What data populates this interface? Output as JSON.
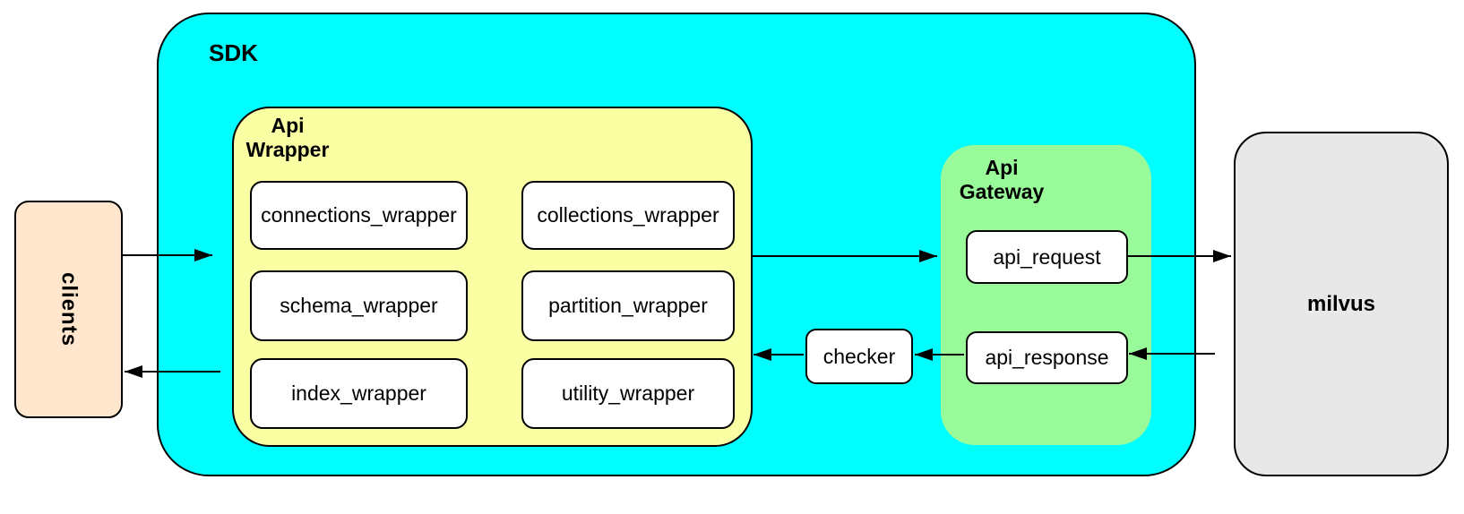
{
  "diagram": {
    "nodes": {
      "clients": "clients",
      "checker": "checker",
      "milvus": "milvus"
    },
    "containers": {
      "sdk": {
        "label": "SDK"
      },
      "api_wrapper": {
        "label": "Api Wrapper",
        "children": [
          "connections_wrapper",
          "collections_wrapper",
          "schema_wrapper",
          "partition_wrapper",
          "index_wrapper",
          "utility_wrapper"
        ]
      },
      "api_gateway": {
        "label": "Api Gateway",
        "children": [
          "api_request",
          "api_response"
        ]
      }
    },
    "edges": [
      {
        "from": "clients",
        "to": "api_wrapper",
        "direction": "right"
      },
      {
        "from": "api_wrapper",
        "to": "clients",
        "direction": "left"
      },
      {
        "from": "api_wrapper",
        "to": "api_gateway",
        "direction": "right"
      },
      {
        "from": "api_request",
        "to": "milvus",
        "direction": "right"
      },
      {
        "from": "milvus",
        "to": "api_response",
        "direction": "left"
      },
      {
        "from": "api_response",
        "to": "checker",
        "direction": "left"
      },
      {
        "from": "checker",
        "to": "api_wrapper",
        "direction": "left"
      }
    ]
  },
  "colors": {
    "sdk-fill": "#00FEFF",
    "wrapper-fill": "#FBFFA3",
    "gateway-fill": "#99FA99",
    "clients-fill": "#FFE6CC",
    "milvus-fill": "#E8E8E8",
    "node-fill": "#FFFFFF",
    "stroke": "#000000"
  }
}
